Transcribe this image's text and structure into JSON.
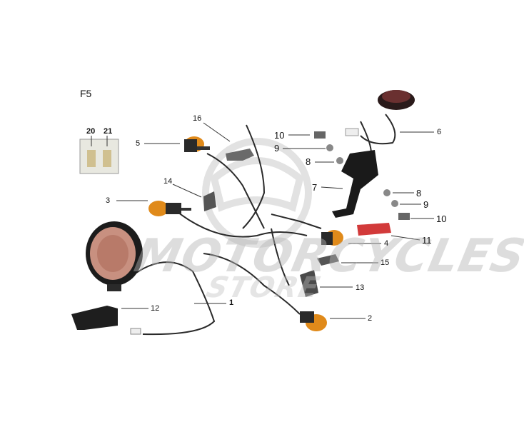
{
  "section": "F5",
  "watermark": {
    "line1": "MOTORCYCLES",
    "line2": "STORE"
  },
  "callouts": {
    "c1": "1",
    "c2": "2",
    "c3": "3",
    "c4": "4",
    "c5": "5",
    "c6": "6",
    "c7": "7",
    "c8a": "8",
    "c8b": "8",
    "c9a": "9",
    "c9b": "9",
    "c10a": "10",
    "c10b": "10",
    "c11": "11",
    "c12": "12",
    "c13": "13",
    "c14": "14",
    "c15": "15",
    "c16": "16",
    "c20": "20",
    "c21": "21"
  },
  "colors": {
    "wire": "#2a2a2a",
    "amber": "#e08a1a",
    "leader": "#333333",
    "metal": "#555555",
    "red_lens": "#d23a3a"
  }
}
